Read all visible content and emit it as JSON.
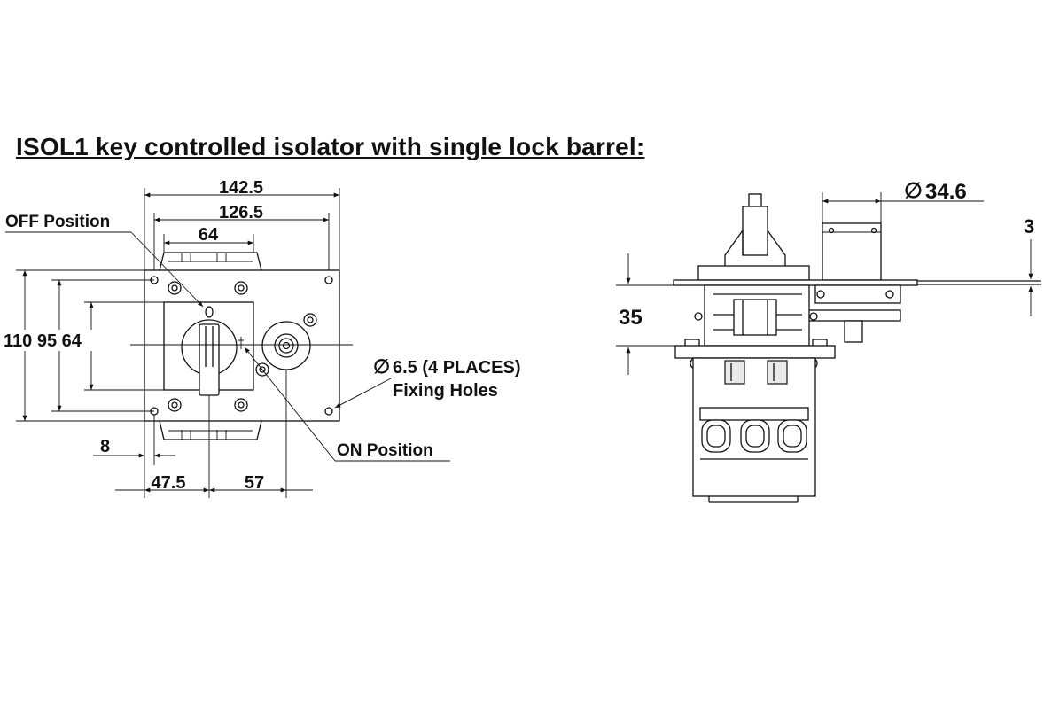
{
  "title": "ISOL1 key controlled isolator with single lock barrel:",
  "front_view": {
    "dim_overall_width": "142.5",
    "dim_hole_width": "126.5",
    "dim_handle_width": "64",
    "dim_vertical": "110 95 64",
    "dim_offset": "8",
    "dim_handle_center": "47.5",
    "dim_lock_center": "57",
    "label_off": "OFF Position",
    "label_on": "ON Position",
    "label_holes_line1": "6.5 (4 PLACES)",
    "label_holes_line2": "Fixing Holes"
  },
  "side_view": {
    "dim_lock_diameter": "34.6",
    "dim_plate_thickness": "3",
    "dim_depth": "35"
  }
}
